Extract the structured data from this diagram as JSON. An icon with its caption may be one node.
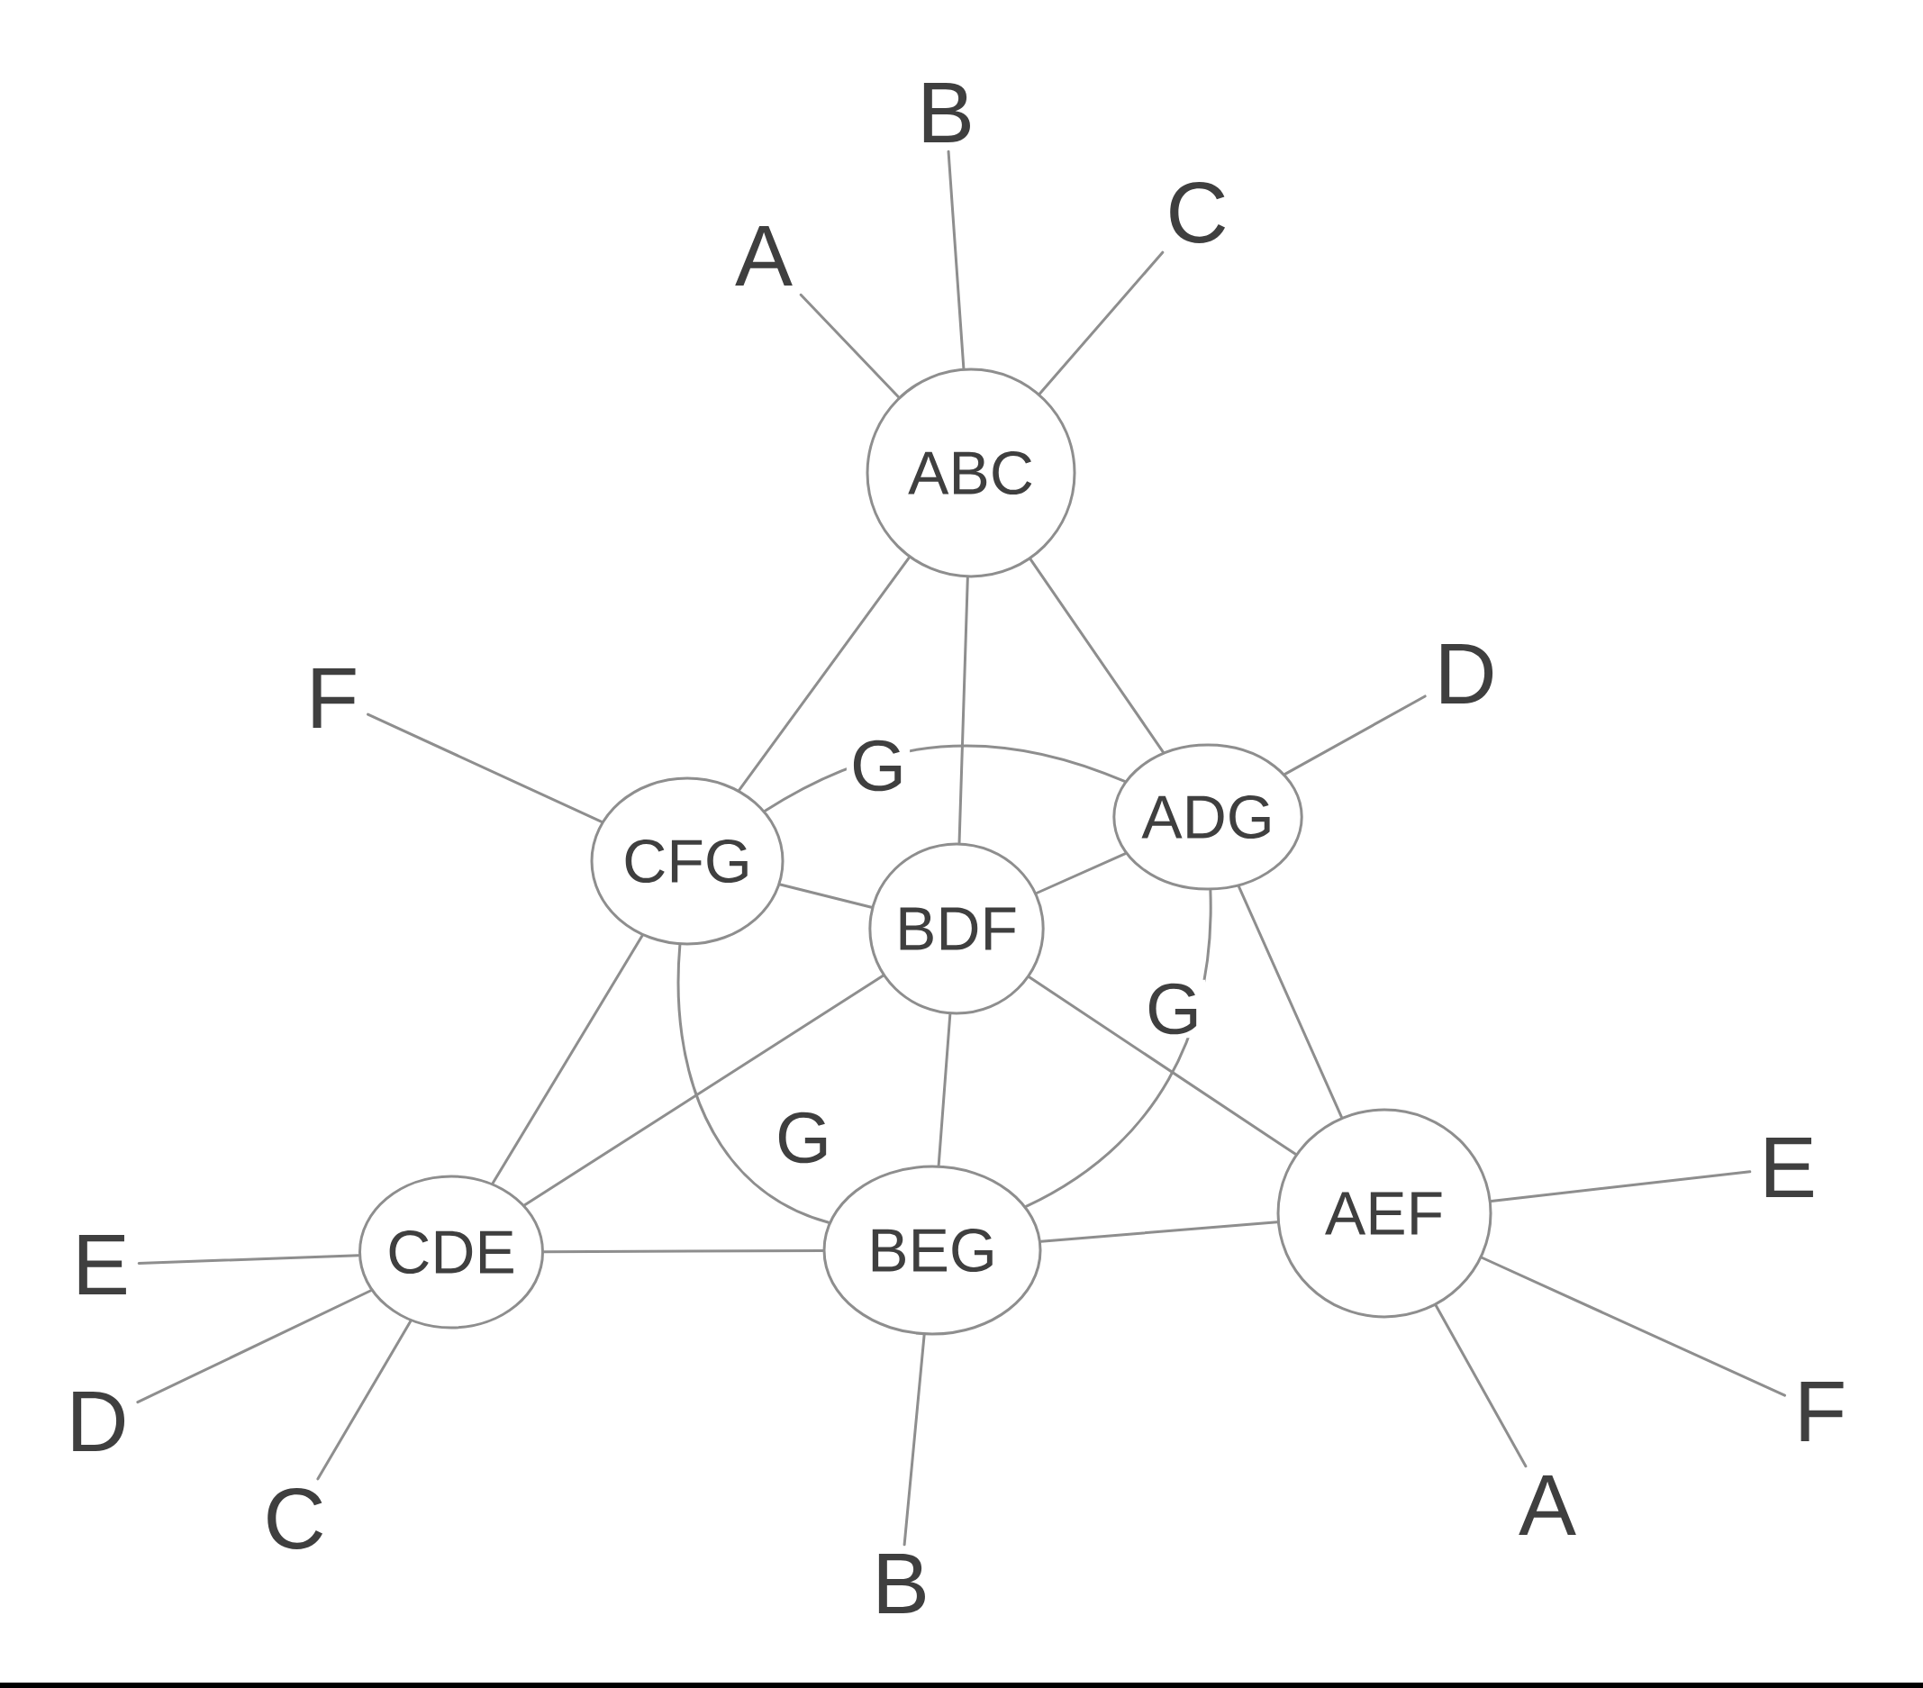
{
  "diagram": {
    "nodes": [
      {
        "text": [
          "B"
        ]
      },
      {
        "text": [
          "C"
        ]
      },
      {
        "text": [
          "A"
        ]
      },
      {
        "text": [
          "ABC"
        ]
      },
      {
        "text": [
          "D"
        ]
      },
      {
        "text": [
          "F"
        ]
      },
      {
        "text": [
          "ADG"
        ]
      },
      {
        "text": [
          "CFG"
        ]
      },
      {
        "text": [
          "BDF"
        ]
      },
      {
        "text": [
          "E"
        ]
      },
      {
        "text": [
          "AEF"
        ]
      },
      {
        "text": [
          "BEG"
        ]
      },
      {
        "text": [
          "CDE"
        ]
      },
      {
        "text": [
          "E"
        ]
      },
      {
        "text": [
          "F"
        ]
      },
      {
        "text": [
          "D"
        ]
      },
      {
        "text": [
          "A"
        ]
      },
      {
        "text": [
          "C"
        ]
      },
      {
        "text": [
          "B"
        ]
      }
    ],
    "edges": [
      {
        "from": 3,
        "to": 7,
        "arrow": "none"
      },
      {
        "from": 3,
        "to": 8,
        "arrow": "none"
      },
      {
        "from": 3,
        "to": 6,
        "arrow": "none"
      },
      {
        "from": 7,
        "to": 6,
        "arrow": "none",
        "label": "G"
      },
      {
        "from": 7,
        "to": 8,
        "arrow": "none"
      },
      {
        "from": 6,
        "to": 8,
        "arrow": "none"
      },
      {
        "from": 7,
        "to": 12,
        "arrow": "none"
      },
      {
        "from": 7,
        "to": 11,
        "arrow": "none",
        "label": "G"
      },
      {
        "from": 6,
        "to": 11,
        "arrow": "none",
        "label": "G"
      },
      {
        "from": 6,
        "to": 10,
        "arrow": "none"
      },
      {
        "from": 8,
        "to": 12,
        "arrow": "none"
      },
      {
        "from": 8,
        "to": 11,
        "arrow": "none"
      },
      {
        "from": 8,
        "to": 10,
        "arrow": "none"
      },
      {
        "from": 12,
        "to": 11,
        "arrow": "none"
      },
      {
        "from": 11,
        "to": 10,
        "arrow": "none"
      },
      {
        "from": 3,
        "to": 2,
        "arrow": "none"
      },
      {
        "from": 3,
        "to": 0,
        "arrow": "none"
      },
      {
        "from": 3,
        "to": 1,
        "arrow": "none"
      },
      {
        "from": 7,
        "to": 5,
        "arrow": "none"
      },
      {
        "from": 6,
        "to": 4,
        "arrow": "none"
      },
      {
        "from": 12,
        "to": 13,
        "arrow": "none"
      },
      {
        "from": 12,
        "to": 15,
        "arrow": "none"
      },
      {
        "from": 12,
        "to": 17,
        "arrow": "none"
      },
      {
        "from": 11,
        "to": 18,
        "arrow": "none"
      },
      {
        "from": 10,
        "to": 9,
        "arrow": "none"
      },
      {
        "from": 10,
        "to": 14,
        "arrow": "none"
      },
      {
        "from": 10,
        "to": 16,
        "arrow": "none"
      }
    ]
  }
}
